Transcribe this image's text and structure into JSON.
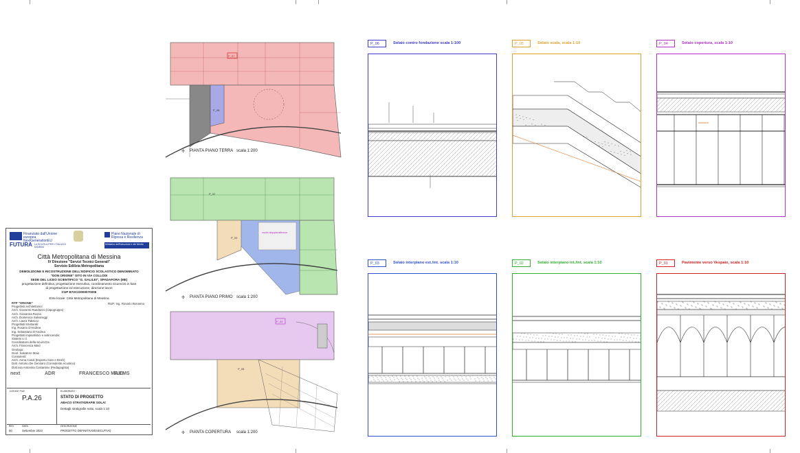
{
  "title_block": {
    "logos": {
      "eu_label": "Finanziato dall'Unione europea NextGenerationEU",
      "futura_label": "FUTURA",
      "futura_sub": "LA SCUOLA PER L'ITALIA DI DOMANI",
      "ministry_label": "Ministero dell'Istruzione e del Merito",
      "pnrr_label": "Piano Nazionale di Ripresa e Resilienza"
    },
    "org_name": "Città Metropolitana di Messina",
    "direction": "IV Direzione \"Servizi Tecnici Generali\"",
    "service": "Servizio Edilizia Metropolitana",
    "project_lines": [
      "DEMOLIZIONE E RICOSTRUZIONE DELL'EDIFICIO SCOLASTICO DENOMINATO",
      "\"DON ORIONE\" SITO IN VIA COLLODI",
      "SEDE DEL LICEO SCIENTIFICO \"G. GALILEI\", SPADAFORA (ME)",
      "progettazione definitiva, progettazione esecutiva, coordinamento sicurezza in fase",
      "di progettazione ed esecuzione, direzione lavori",
      "CUP B72C22000070006"
    ],
    "ente_locale": "Ente locale: Città Metropolitana di Messina",
    "rup": "RUP: Ing. Rosario Bonanno",
    "credits": [
      "RTP \"ORIONE\"",
      "Progettisti architettonici:",
      "Arch. Giovanni Randazzo (capogruppo)",
      "Arch. Giovanna Russo",
      "Arch. Domenica Salvareggi",
      "Arch. Laura Tabacco",
      "Progettisti strutturali:",
      "Ing. Rosario D'Andrea",
      "Ing. Sebastiano D'Andrea",
      "Progettisti impiantistici e antincendio:",
      "Sistemi s.r.l.",
      "Coordinatore della sicurezza:",
      "Arch. Francesca Maio",
      "Geologo:",
      "Geol. Salvatore Maio",
      "Consulenti:",
      "Arch. Anna Caruli (Esperto Cam e Dnsh)",
      "Dott. Antonio De Gennaro (Consulente Acustico)",
      "Dott.ssa Antonina Costantino (Pedagogista)"
    ],
    "sponsor_logos": [
      "next",
      "ADR",
      "FRANCESCO MAIO",
      "TLEMS"
    ],
    "bottom": {
      "col_codice_label": "CODICE FILE",
      "col_elaborato_label": "ELABORATO",
      "code": "P.A.26",
      "state": "STATO DI PROGETTO",
      "subtitle": "ABACO STRATIGRAFIE SOLAI",
      "description": "Dettagli stratigrafie solai, scala 1:10",
      "rev_label": "REV.",
      "date_label": "DATA",
      "descr_label": "DESCRIZIONE",
      "rev_num": "00",
      "rev_date": "Settembre 2023",
      "rev_descr": "PROGETTO DEFINITIVO/ESECUTIVO"
    }
  },
  "plans": [
    {
      "label": "PIANTA PIANO TERRA",
      "scale": "scala 1:200",
      "color": "#f4b8b8",
      "tags": [
        "P_07",
        "P_08"
      ]
    },
    {
      "label": "PIANTA PIANO PRIMO",
      "scale": "scala 1:200",
      "color": "#b9e6b0",
      "tags": [
        "P_02",
        "P_03"
      ],
      "note": "vuoto doppia altezza"
    },
    {
      "label": "PIANTA COPERTURA",
      "scale": "scala 1:200",
      "color": "#e7c8ee",
      "tags": [
        "P_04",
        "P_05"
      ]
    }
  ],
  "details": [
    {
      "id": "P_06",
      "title": "Solaio contro fondazione scala 1:100",
      "color": "#3b3bd0"
    },
    {
      "id": "P_05",
      "title": "Solaio scala, scala 1:10",
      "color": "#e0a030"
    },
    {
      "id": "P_04",
      "title": "Solaio copertura, scala 1:10",
      "color": "#b030c8"
    },
    {
      "id": "P_03",
      "title": "Solaio interpiano est./int. scala 1:10",
      "color": "#2e4fd0"
    },
    {
      "id": "P_02",
      "title": "Solaio interpiano int./int. scala 1:10",
      "color": "#2fae2f"
    },
    {
      "id": "P_01",
      "title": "Pavimento verso Vespaio, scala 1:10",
      "color": "#d42020"
    }
  ],
  "colors": {
    "line": "#222222",
    "frame": "#888888"
  }
}
